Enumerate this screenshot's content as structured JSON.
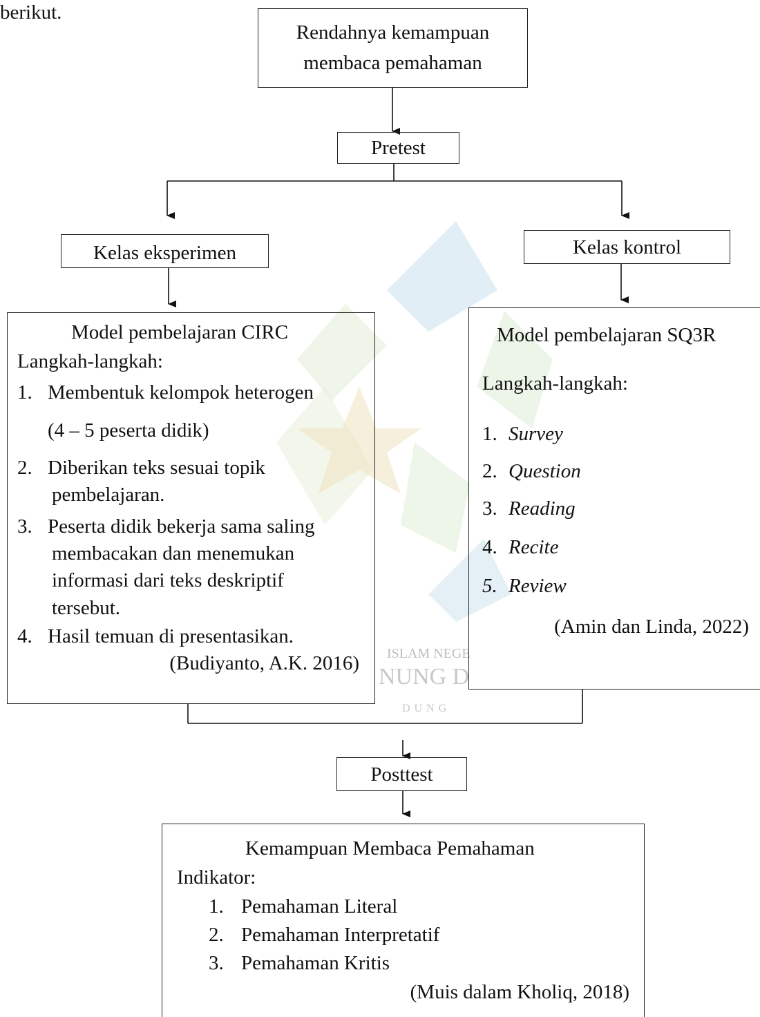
{
  "intro_text": "berikut.",
  "top_box": {
    "line1": "Rendahnya kemampuan",
    "line2": "membaca pemahaman"
  },
  "pretest": "Pretest",
  "experiment_class": "Kelas eksperimen",
  "control_class": "Kelas kontrol",
  "circ": {
    "title": "Model pembelajaran CIRC",
    "steps_label": "Langkah-langkah:",
    "steps": [
      {
        "num": "1.",
        "lines": [
          "Membentuk kelompok heterogen",
          "(4 – 5 peserta didik)"
        ]
      },
      {
        "num": "2.",
        "lines": [
          "Diberikan teks sesuai topik",
          "pembelajaran."
        ]
      },
      {
        "num": "3.",
        "lines": [
          "Peserta didik bekerja sama saling",
          "membacakan dan menemukan",
          "informasi dari teks deskriptif",
          "tersebut."
        ]
      },
      {
        "num": "4.",
        "lines": [
          "Hasil temuan di presentasikan."
        ]
      }
    ],
    "citation": "(Budiyanto, A.K. 2016)"
  },
  "sq3r": {
    "title": "Model pembelajaran SQ3R",
    "steps_label": "Langkah-langkah:",
    "steps": [
      {
        "num": "1.",
        "label": "Survey"
      },
      {
        "num": "2.",
        "label": "Question"
      },
      {
        "num": "3.",
        "label": "Reading"
      },
      {
        "num": "4.",
        "label": "Recite"
      },
      {
        "num": "5.",
        "label": "Review"
      }
    ],
    "citation": "(Amin dan Linda, 2022)"
  },
  "posttest": "Posttest",
  "outcome": {
    "title": "Kemampuan Membaca Pemahaman",
    "indicator_label": "Indikator:",
    "indicators": [
      {
        "num": "1.",
        "label": "Pemahaman Literal"
      },
      {
        "num": "2.",
        "label": "Pemahaman Interpretatif"
      },
      {
        "num": "3.",
        "label": "Pemahaman Kritis"
      }
    ],
    "citation": "(Muis dalam Kholiq, 2018)"
  },
  "watermark": {
    "line1": "ISLAM NEGE",
    "line2": "NUNG D",
    "line3": "DUNG",
    "colors": [
      "#cfe3ee",
      "#dcebd2",
      "#efe4c8",
      "#e9e9e9"
    ]
  }
}
